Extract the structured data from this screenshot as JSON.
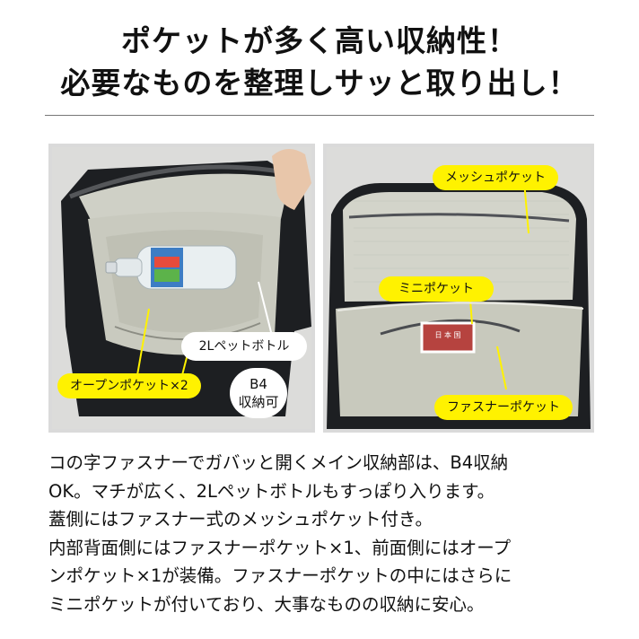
{
  "headline": {
    "line1": "ポケットが多く高い収納性！",
    "line2": "必要なものを整理しサッと取り出し！"
  },
  "left_panel": {
    "bottle_label": "2Lペットボトル",
    "open_pocket_label": "オープンポケット×2",
    "size_badge_line1": "B4",
    "size_badge_line2": "収納可"
  },
  "right_panel": {
    "mesh_pocket_label": "メッシュポケット",
    "mini_pocket_label": "ミニポケット",
    "zipper_pocket_label": "ファスナーポケット",
    "passport_text": "日 本 国"
  },
  "description": {
    "lines": [
      "コの字ファスナーでガバッと開くメイン収納部は、B4収納",
      "OK。マチが広く、2Lペットボトルもすっぽり入ります。",
      "蓋側にはファスナー式のメッシュポケット付き。",
      "内部背面側にはファスナーポケット×1、前面側にはオープ",
      "ンポケット×1が装備。ファスナーポケットの中にはさらに",
      "ミニポケットが付いており、大事なものの収納に安心。"
    ]
  },
  "colors": {
    "tag_yellow": "#fff200",
    "bag_black": "#1d1f22",
    "lining": "#d8d9cf"
  }
}
